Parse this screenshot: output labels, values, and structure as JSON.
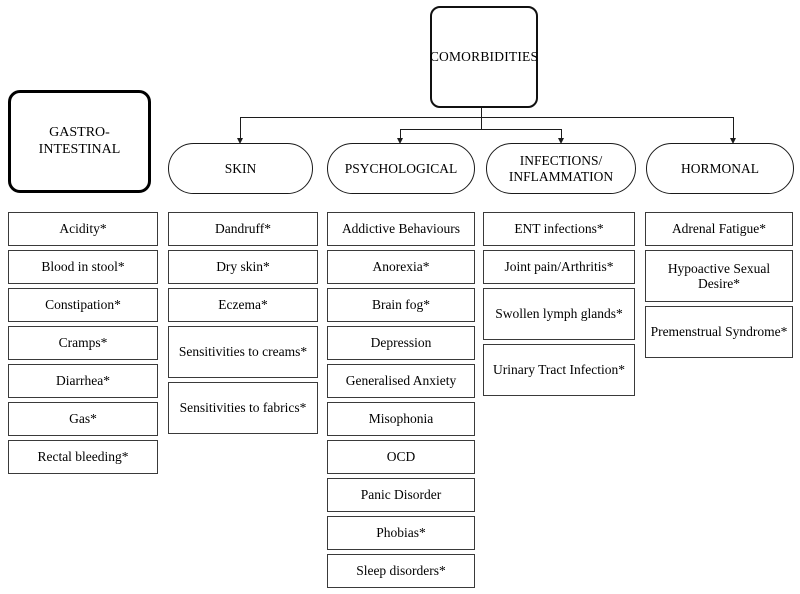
{
  "diagram": {
    "title": "COMORBIDITIES",
    "root": {
      "label": "COMORBIDITIES"
    },
    "detached": {
      "label": "GASTRO-INTESTINAL"
    },
    "footnote_marker": "*",
    "colors": {
      "box_border": "#3a3a3a",
      "root_border": "#111111",
      "detached_border": "#000000",
      "connector": "#1c1c1c",
      "background": "#ffffff",
      "text": "#000000"
    },
    "categories": [
      {
        "id": "gastro-intestinal",
        "label": "GASTRO-INTESTINAL",
        "connected": false,
        "items": [
          {
            "label": "Acidity*"
          },
          {
            "label": "Blood in stool*"
          },
          {
            "label": "Constipation*"
          },
          {
            "label": "Cramps*"
          },
          {
            "label": "Diarrhea*"
          },
          {
            "label": "Gas*"
          },
          {
            "label": "Rectal bleeding*"
          }
        ]
      },
      {
        "id": "skin",
        "label": "SKIN",
        "connected": true,
        "items": [
          {
            "label": "Dandruff*"
          },
          {
            "label": "Dry skin*"
          },
          {
            "label": "Eczema*"
          },
          {
            "label": "Sensitivities to creams*"
          },
          {
            "label": "Sensitivities to fabrics*"
          }
        ]
      },
      {
        "id": "psychological",
        "label": "PSYCHOLOGICAL",
        "connected": true,
        "items": [
          {
            "label": "Addictive Behaviours"
          },
          {
            "label": "Anorexia*"
          },
          {
            "label": "Brain fog*"
          },
          {
            "label": "Depression"
          },
          {
            "label": "Generalised Anxiety"
          },
          {
            "label": "Misophonia"
          },
          {
            "label": "OCD"
          },
          {
            "label": "Panic Disorder"
          },
          {
            "label": "Phobias*"
          },
          {
            "label": "Sleep disorders*"
          }
        ]
      },
      {
        "id": "infections-inflammation",
        "label": "INFECTIONS/ INFLAMMATION",
        "connected": true,
        "items": [
          {
            "label": "ENT infections*"
          },
          {
            "label": "Joint pain/Arthritis*"
          },
          {
            "label": "Swollen lymph glands*"
          },
          {
            "label": "Urinary Tract Infection*"
          }
        ]
      },
      {
        "id": "hormonal",
        "label": "HORMONAL",
        "connected": true,
        "items": [
          {
            "label": "Adrenal Fatigue*"
          },
          {
            "label": "Hypoactive Sexual Desire*"
          },
          {
            "label": "Premenstrual Syndrome*"
          }
        ]
      }
    ]
  }
}
